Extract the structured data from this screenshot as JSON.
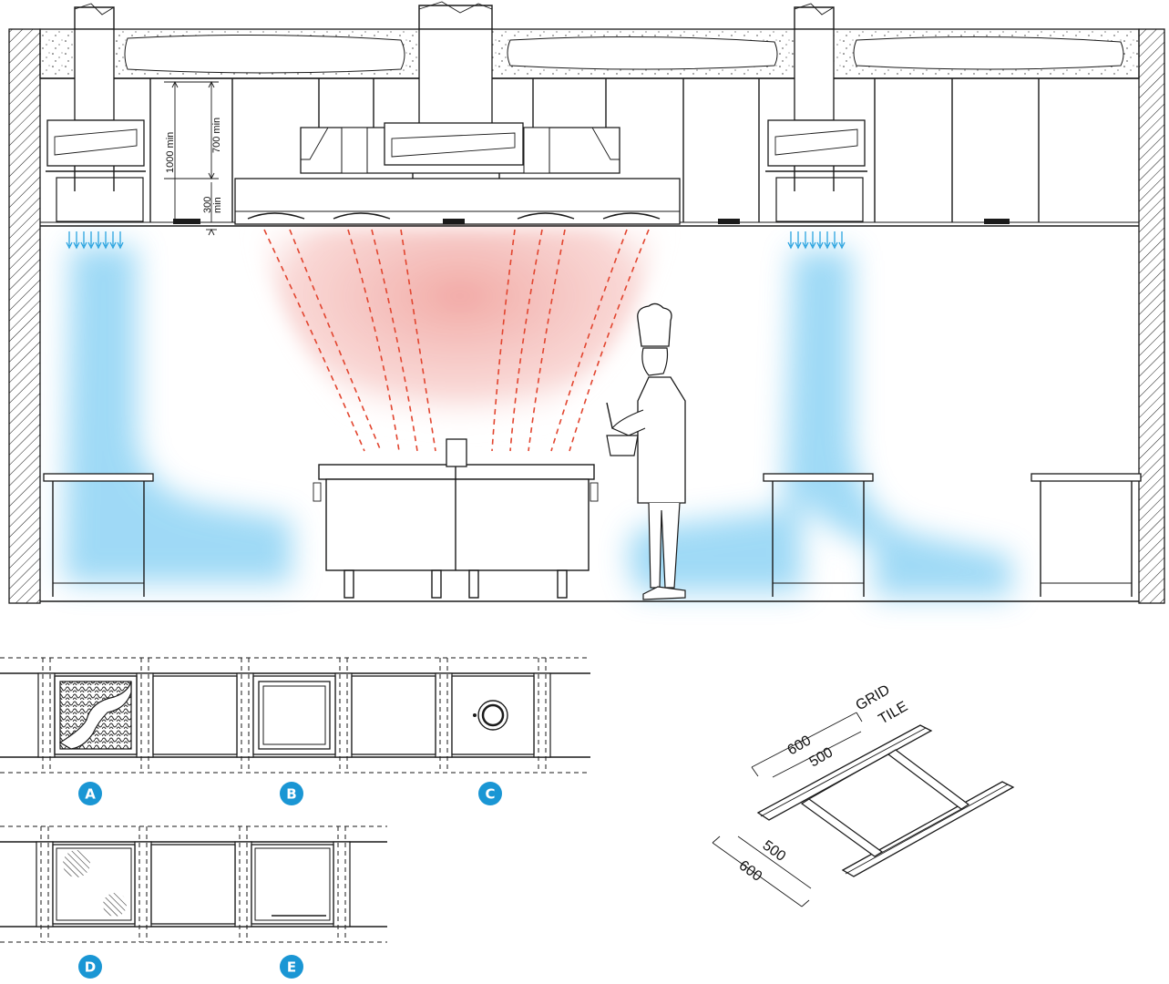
{
  "section": {
    "dimensions": {
      "d1000": "1000 min",
      "d700": "700 min",
      "d300": "300",
      "d300_unit": "min"
    }
  },
  "panels": {
    "A": "A",
    "B": "B",
    "C": "C",
    "D": "D",
    "E": "E"
  },
  "iso": {
    "grid_label": "GRID",
    "tile_label": "TILE",
    "top_600": "600",
    "top_500": "500",
    "side_500": "500",
    "side_600": "600"
  },
  "colors": {
    "badge": "#1a96d4",
    "cold_air": "#5cc0ef",
    "hot_air": "#e2452f",
    "hot_glow": "#f0a8a3"
  }
}
